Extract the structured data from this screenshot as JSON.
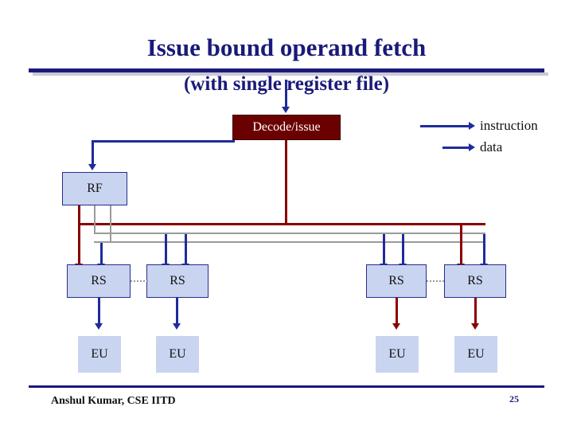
{
  "slide": {
    "title": "Issue bound operand fetch",
    "subtitle": "(with single register file)",
    "footer": "Anshul Kumar, CSE IITD",
    "page_number": "25"
  },
  "colors": {
    "title_blue": "#1a1a7a",
    "decode_box": "#6b0000",
    "unit_box": "#c9d4f0",
    "instruction_arrow": "#1f2b9b",
    "data_arrow": "#8b0000",
    "bus_line": "#9a9a9a"
  },
  "legend": {
    "items": [
      {
        "label": "instruction",
        "color": "#1f2b9b"
      },
      {
        "label": "data",
        "color": "#1f2b9b"
      }
    ]
  },
  "diagram": {
    "decode": {
      "label": "Decode/issue"
    },
    "register_file": {
      "label": "RF"
    },
    "reservation_stations": [
      {
        "label": "RS"
      },
      {
        "label": "RS"
      },
      {
        "label": "RS"
      },
      {
        "label": "RS"
      }
    ],
    "execution_units": [
      {
        "label": "EU"
      },
      {
        "label": "EU"
      },
      {
        "label": "EU"
      },
      {
        "label": "EU"
      }
    ]
  }
}
